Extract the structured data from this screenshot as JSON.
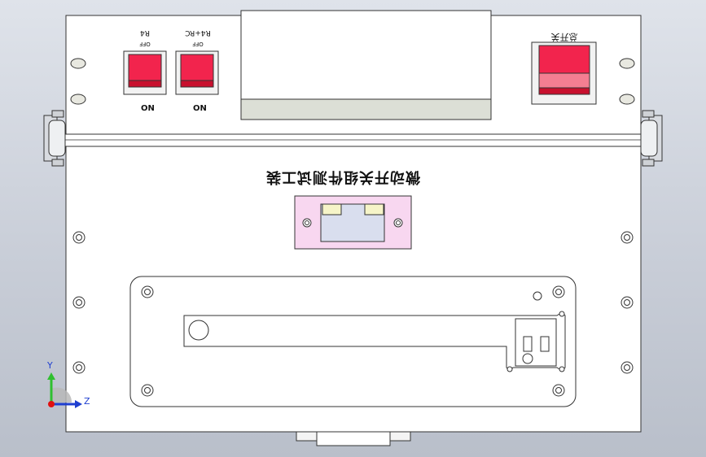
{
  "panel": {
    "title": "微动开关组件测试工装",
    "switch1": {
      "top_label": "R4",
      "sub_label": "OFF",
      "bottom_label": "ON"
    },
    "switch2": {
      "top_label": "R4+RC",
      "sub_label": "OFF",
      "bottom_label": "ON"
    },
    "power_switch": {
      "label": "总开关"
    }
  },
  "axes": {
    "y_label": "Y",
    "z_label": "Z"
  },
  "colors": {
    "background": "#d3d8e0",
    "panel_body": "#ffffff",
    "switch_red": "#f2244d",
    "switch_dark_red": "#c8102e",
    "switch_pink": "#f47e92",
    "connector_pink": "#f8d7f0",
    "connector_blue": "#d9deee",
    "display_gray": "#dcdfd6",
    "axis_y": "#2fbf2f",
    "axis_z": "#1f3fd0",
    "axis_origin": "#e01010"
  }
}
